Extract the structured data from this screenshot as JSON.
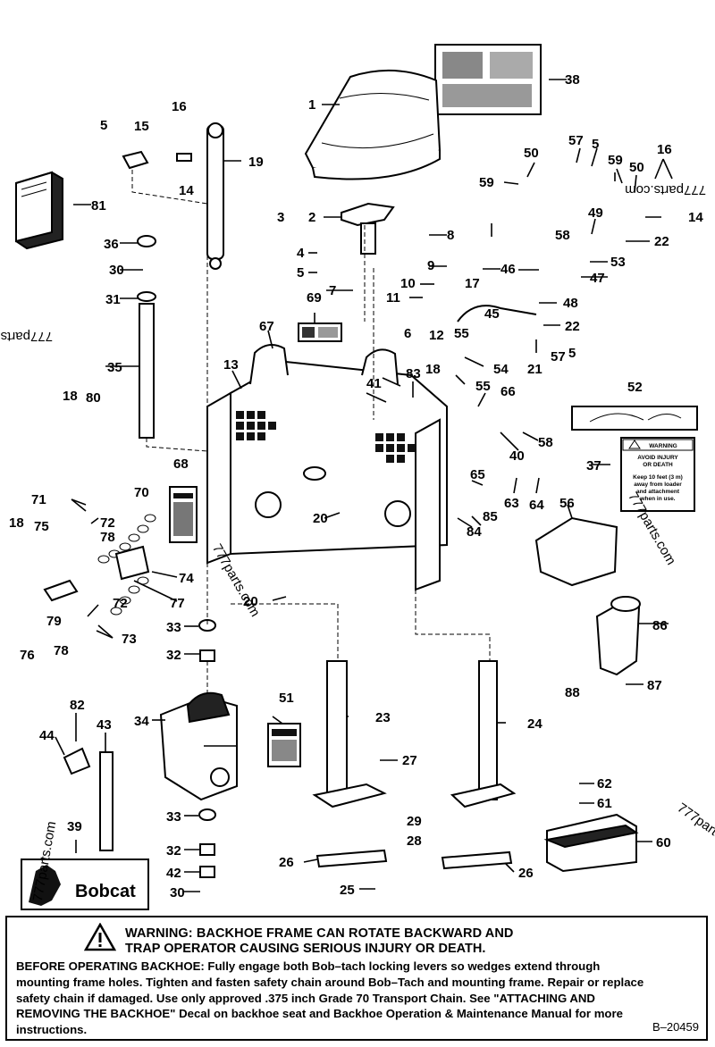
{
  "callouts": [
    "1",
    "2",
    "3",
    "4",
    "5",
    "6",
    "7",
    "8",
    "9",
    "10",
    "11",
    "12",
    "13",
    "14",
    "15",
    "16",
    "17",
    "18",
    "19",
    "20",
    "21",
    "22",
    "23",
    "24",
    "25",
    "26",
    "27",
    "28",
    "29",
    "30",
    "31",
    "32",
    "33",
    "34",
    "35",
    "36",
    "37",
    "38",
    "39",
    "40",
    "41",
    "42",
    "43",
    "44",
    "45",
    "46",
    "47",
    "48",
    "49",
    "50",
    "51",
    "52",
    "53",
    "54",
    "55",
    "56",
    "57",
    "58",
    "59",
    "60",
    "61",
    "62",
    "63",
    "64",
    "65",
    "66",
    "67",
    "68",
    "69",
    "70",
    "71",
    "72",
    "73",
    "74",
    "75",
    "76",
    "77",
    "78",
    "79",
    "80",
    "81",
    "82",
    "83",
    "84",
    "85",
    "86",
    "87",
    "88"
  ],
  "watermark": "777parts.com",
  "brand": "Bobcat",
  "decal_37": {
    "header": "WARNING",
    "lines": [
      "AVOID INJURY",
      "OR DEATH",
      "Keep 10 feet (3 m)",
      "away from loader",
      "and attachment",
      "when in use."
    ]
  },
  "warning_box": {
    "title_line1": "WARNING:  BACKHOE FRAME CAN ROTATE BACKWARD AND",
    "title_line2": "TRAP OPERATOR CAUSING SERIOUS INJURY OR DEATH.",
    "body": "BEFORE OPERATING BACKHOE:  Fully engage both Bob–tach locking levers so wedges extend through mounting frame holes. Tighten and fasten safety chain around Bob–Tach and mounting frame.  Repair or replace safety chain if damaged.  Use only approved .375 inch Grade 70 Transport Chain.  See \"ATTACHING AND REMOVING THE BACKHOE\" Decal on backhoe seat and Backhoe Operation & Maintenance Manual for more instructions."
  },
  "drawing_id": "B–20459"
}
